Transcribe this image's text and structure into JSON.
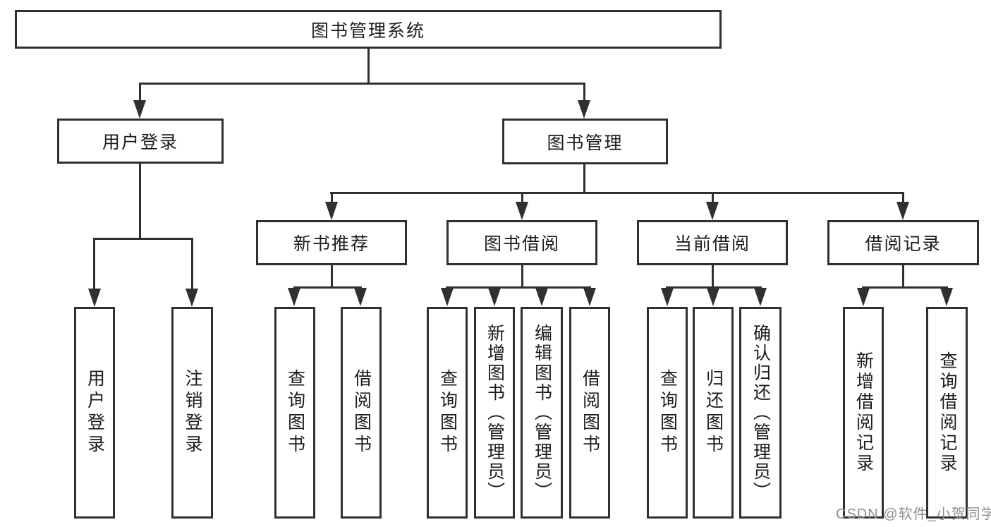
{
  "diagram": {
    "title": "图书管理系统",
    "root": {
      "label": "图书管理系统"
    },
    "level2": [
      {
        "label": "用户登录"
      },
      {
        "label": "图书管理"
      }
    ],
    "level3": [
      {
        "label": "新书推荐"
      },
      {
        "label": "图书借阅"
      },
      {
        "label": "当前借阅"
      },
      {
        "label": "借阅记录"
      }
    ],
    "leaves": {
      "user_login": [
        "用户登录",
        "注销登录"
      ],
      "new_book": [
        "查询图书",
        "借阅图书"
      ],
      "book_borrow": [
        "查询图书",
        "新增图书（管理员）",
        "编辑图书（管理员）",
        "借阅图书"
      ],
      "current_borrow": [
        "查询图书",
        "归还图书",
        "确认归还（管理员）"
      ],
      "borrow_record": [
        "新增借阅记录",
        "查询借阅记录"
      ]
    }
  },
  "watermark": {
    "text": "CSDN @软件_小贺同学",
    "color": "#8f8f8f"
  },
  "colors": {
    "line": "#303030",
    "text": "#1c1c1c",
    "background": "#ffffff"
  }
}
